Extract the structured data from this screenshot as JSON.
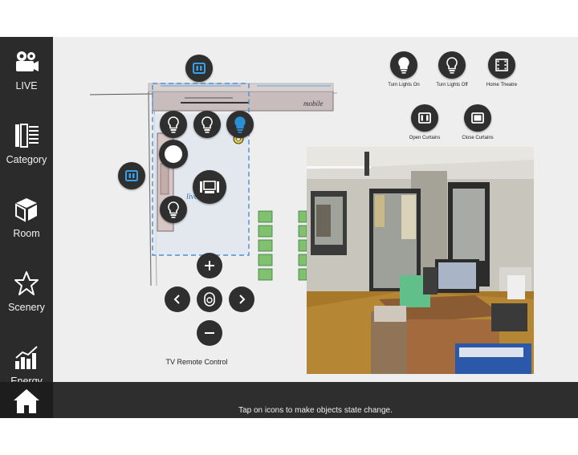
{
  "sidebar": {
    "items": [
      {
        "label": "LIVE",
        "icon": "video-camera-icon"
      },
      {
        "label": "Category",
        "icon": "category-list-icon"
      },
      {
        "label": "Room",
        "icon": "cube-icon"
      },
      {
        "label": "Scenery",
        "icon": "star-icon"
      },
      {
        "label": "Energy",
        "icon": "bar-chart-icon"
      }
    ],
    "home_icon": "home-icon"
  },
  "floorplan": {
    "room_label": "live demo",
    "mobile_label": "mobile"
  },
  "actions": [
    {
      "label": "Turn Lights On",
      "icon": "bulb-on-icon"
    },
    {
      "label": "Turn Lights Off",
      "icon": "bulb-off-icon"
    },
    {
      "label": "Home Theatre",
      "icon": "film-icon"
    },
    {
      "label": "Open Curtains",
      "icon": "curtains-open-icon"
    },
    {
      "label": "Close Curtains",
      "icon": "curtains-close-icon"
    }
  ],
  "remote": {
    "title": "TV Remote Control",
    "icons": [
      "plus-icon",
      "chevron-left-icon",
      "remote-center-icon",
      "chevron-right-icon",
      "minus-icon"
    ]
  },
  "camera": {
    "description_icon": "camera-feed"
  },
  "status": {
    "message": "Tap on icons to make objects state change."
  },
  "colors": {
    "sidebar_bg": "#2b2b2b",
    "page_bg": "#eeeeee",
    "button_bg": "#2f2f2f",
    "accent_blue": "#2a8fd4"
  }
}
